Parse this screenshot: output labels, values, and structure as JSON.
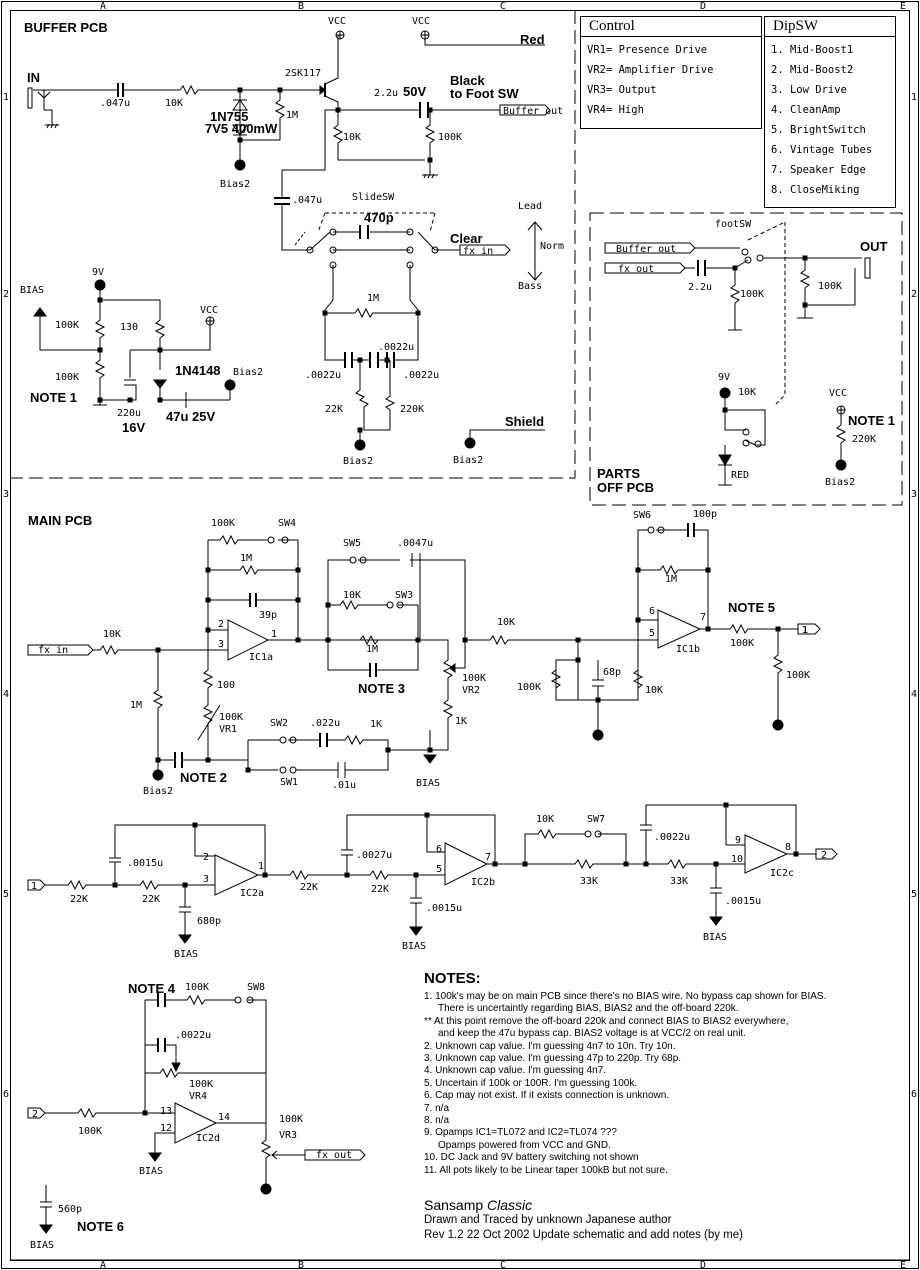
{
  "frame": {
    "columns": [
      "A",
      "B",
      "C",
      "D",
      "E"
    ],
    "rows": [
      "1",
      "2",
      "3",
      "4",
      "5",
      "6"
    ]
  },
  "buffer_pcb": {
    "title": "BUFFER PCB",
    "in_label": "IN",
    "labels": {
      "vcc1": "VCC",
      "vcc2": "VCC",
      "red": "Red",
      "cap_in": ".047u",
      "r_in": "10K",
      "jfet": "2SK117",
      "zener": "1N755",
      "zener_rating": "7V5 400mW",
      "r_gate": "1M",
      "bias2_a": "Bias2",
      "cap_out": "2.2u",
      "cap_out_rating": "50V",
      "black": "Black",
      "to_foot": "to Foot SW",
      "buffer_out": "Buffer out",
      "r_source": "10K",
      "r_out": "100K",
      "cap_slide": ".047u",
      "slidesw": "SlideSW",
      "cap_470p": "470p",
      "clear": "Clear",
      "fx_in": "fx in",
      "lead": "Lead",
      "norm": "Norm",
      "bass": "Bass",
      "r_1m_tone": "1M",
      "c_tone_mid": ".0022u",
      "c_tone_l": ".0022u",
      "c_tone_r": ".0022u",
      "r_22k": "22K",
      "r_220k": "220K",
      "bias2_b": "Bias2",
      "shield": "Shield",
      "bias2_c": "Bias2",
      "v9": "9V",
      "bias": "BIAS",
      "r_100k_top": "100K",
      "r_100k_bot": "100K",
      "r_130": "130",
      "vcc3": "VCC",
      "diode": "1N4148",
      "bias2_d": "Bias2",
      "note1": "NOTE 1",
      "c_220u": "220u",
      "c_220u_v": "16V",
      "c_47u": "47u 25V"
    }
  },
  "control_table": {
    "title": "Control",
    "items": [
      "VR1= Presence Drive",
      "VR2= Amplifier Drive",
      "VR3= Output",
      "VR4= High"
    ]
  },
  "dipsw_table": {
    "title": "DipSW",
    "items": [
      "1. Mid-Boost1",
      "2. Mid-Boost2",
      "3. Low Drive",
      "4. CleanAmp",
      "5. BrightSwitch",
      "6. Vintage Tubes",
      "7. Speaker Edge",
      "8. CloseMiking"
    ]
  },
  "parts_off_pcb": {
    "title_line1": "PARTS",
    "title_line2": "OFF PCB",
    "labels": {
      "footsw": "footSW",
      "buffer_out": "Buffer out",
      "fx_out": "fx out",
      "cap": "2.2u",
      "r1": "100K",
      "out": "OUT",
      "r2": "100K",
      "v9": "9V",
      "r3": "10K",
      "led": "RED",
      "vcc": "VCC",
      "note1": "NOTE 1",
      "r4": "220K",
      "bias2": "Bias2"
    }
  },
  "main_pcb": {
    "title": "MAIN PCB",
    "labels": {
      "fx_in": "fx in",
      "r_in": "10K",
      "r_1m": "1M",
      "bias2": "Bias2",
      "note2": "NOTE 2",
      "r_fb_100k": "100K",
      "sw4": "SW4",
      "r_fb_1m": "1M",
      "c_39p": "39p",
      "pin2": "2",
      "pin3": "3",
      "pin1": "1",
      "ic1a": "IC1a",
      "r_100": "100",
      "vr1_val": "100K",
      "vr1": "VR1",
      "sw2": "SW2",
      "c_022u": ".022u",
      "r_1k_a": "1K",
      "sw1": "SW1",
      "c_01u": ".01u",
      "bias_a": "BIAS",
      "sw5": "SW5",
      "c_0047u": ".0047u",
      "r_10k_sw3": "10K",
      "sw3": "SW3",
      "r_1m_b": "1M",
      "note3": "NOTE 3",
      "vr2_val": "100K",
      "vr2": "VR2",
      "r_1k_b": "1K",
      "r_10k_b": "10K",
      "r_100k_sh": "100K",
      "c_68p": "68p",
      "r_10k_sh": "10K",
      "sw6": "SW6",
      "c_100p": "100p",
      "r_1m_c": "1M",
      "pin6": "6",
      "pin5": "5",
      "pin7": "7",
      "ic1b": "IC1b",
      "note5": "NOTE 5",
      "r_100k_out": "100K",
      "r_100k_gnd": "100K",
      "port1_out": "1",
      "port1_in": "1",
      "r_22k_a": "22K",
      "r_22k_b": "22K",
      "c_0015u_a": ".0015u",
      "c_680p": "680p",
      "bias_b": "BIAS",
      "ic2a_p2": "2",
      "ic2a_p3": "3",
      "ic2a_p1": "1",
      "ic2a": "IC2a",
      "r_22k_c": "22K",
      "r_22k_d": "22K",
      "c_0027u": ".0027u",
      "c_0015u_b": ".0015u",
      "bias_c": "BIAS",
      "ic2b_p6": "6",
      "ic2b_p5": "5",
      "ic2b_p7": "7",
      "ic2b": "IC2b",
      "r_10k_sw7": "10K",
      "sw7": "SW7",
      "r_33k_a": "33K",
      "r_33k_b": "33K",
      "c_0022u_a": ".0022u",
      "c_0015u_c": ".0015u",
      "bias_d": "BIAS",
      "ic2c_p9": "9",
      "ic2c_p10": "10",
      "ic2c_p8": "8",
      "ic2c": "IC2c",
      "port2_out": "2",
      "note4": "NOTE 4",
      "r_100k_sw8": "100K",
      "sw8": "SW8",
      "c_0022u_b": ".0022u",
      "vr4_val": "100K",
      "vr4": "VR4",
      "port2_in": "2",
      "r_100k_in": "100K",
      "ic2d_p13": "13",
      "ic2d_p12": "12",
      "ic2d_p14": "14",
      "ic2d": "IC2d",
      "bias_e": "BIAS",
      "vr3_val": "100K",
      "vr3": "VR3",
      "fx_out": "fx out",
      "c_560p": "560p",
      "note6": "NOTE 6",
      "bias_f": "BIAS"
    }
  },
  "notes": {
    "title": "NOTES:",
    "lines": [
      {
        "text": "1. 100k's may be on main PCB since there's no  BIAS wire.  No bypass cap shown for BIAS.",
        "indent": false
      },
      {
        "text": "There is uncertaintly regarding BIAS, BIAS2 and the off-board 220k.",
        "indent": true
      },
      {
        "text": "** At this point remove the off-board 220k and connect BIAS to BIAS2 everywhere,",
        "indent": false
      },
      {
        "text": "and keep the 47u bypass cap.  BIAS2 voltage is at VCC/2 on real unit.",
        "indent": true
      },
      {
        "text": "2. Unknown cap value.  I'm guessing 4n7 to 10n.  Try 10n.",
        "indent": false
      },
      {
        "text": "3. Unknown cap value.  I'm guessing 47p to 220p.  Try 68p.",
        "indent": false
      },
      {
        "text": "4. Unknown cap value.  I'm guessing 4n7.",
        "indent": false
      },
      {
        "text": "5. Uncertain if 100k or 100R.  I'm guessing 100k.",
        "indent": false
      },
      {
        "text": "6. Cap may not exist.  If it exists connection is unknown.",
        "indent": false
      },
      {
        "text": "7. n/a",
        "indent": false
      },
      {
        "text": "8. n/a",
        "indent": false
      },
      {
        "text": "9. Opamps  IC1=TL072 and IC2=TL074 ???",
        "indent": false
      },
      {
        "text": "Opamps  powered from VCC and GND.",
        "indent": true
      },
      {
        "text": "10. DC Jack and 9V battery switching not shown",
        "indent": false
      },
      {
        "text": "11. All pots likely to be Linear taper 100kB but not sure.",
        "indent": false
      }
    ]
  },
  "credits": {
    "title_main": "Sansamp ",
    "title_italic": "Classic",
    "line1": "Drawn and Traced by unknown Japanese author",
    "line2": "Rev 1.2   22 Oct 2002    Update schematic and add notes (by me)"
  }
}
